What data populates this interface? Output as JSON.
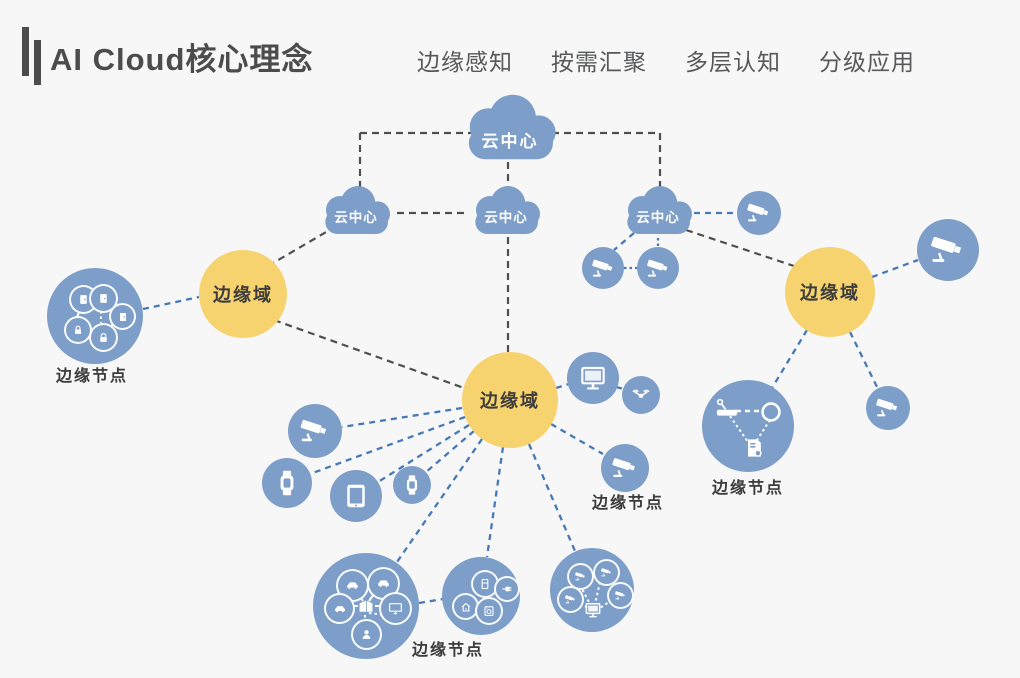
{
  "header": {
    "title": "AI Cloud核心理念",
    "nav": [
      {
        "label": "边缘感知"
      },
      {
        "label": "按需汇聚"
      },
      {
        "label": "多层认知"
      },
      {
        "label": "分级应用"
      }
    ]
  },
  "labels": {
    "cloud_center": "云中心",
    "edge_domain": "边缘域",
    "edge_node": "边缘节点"
  },
  "colors": {
    "background": "#f7f7f7",
    "node_blue": "#7d9ec8",
    "domain_yellow": "#f6d36e",
    "dark_dash": "#4f4f4f",
    "blue_dash": "#4679b8",
    "title_text": "#4c4c4c",
    "label_text": "#3b3b3b"
  }
}
